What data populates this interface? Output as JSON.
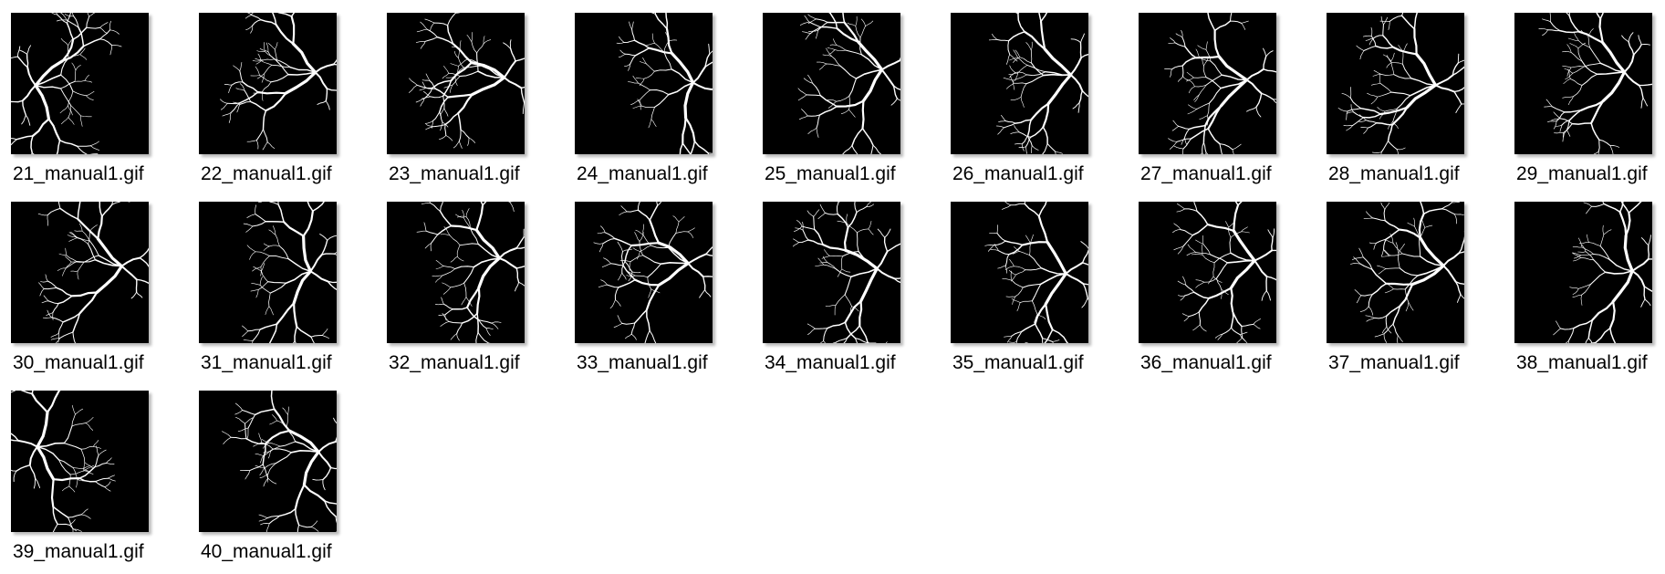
{
  "window": {
    "view_mode": "large-icons"
  },
  "files": [
    {
      "name": "21_manual1.gif",
      "icon": "retina-vessel-thumbnail"
    },
    {
      "name": "22_manual1.gif",
      "icon": "retina-vessel-thumbnail"
    },
    {
      "name": "23_manual1.gif",
      "icon": "retina-vessel-thumbnail"
    },
    {
      "name": "24_manual1.gif",
      "icon": "retina-vessel-thumbnail"
    },
    {
      "name": "25_manual1.gif",
      "icon": "retina-vessel-thumbnail"
    },
    {
      "name": "26_manual1.gif",
      "icon": "retina-vessel-thumbnail"
    },
    {
      "name": "27_manual1.gif",
      "icon": "retina-vessel-thumbnail"
    },
    {
      "name": "28_manual1.gif",
      "icon": "retina-vessel-thumbnail"
    },
    {
      "name": "29_manual1.gif",
      "icon": "retina-vessel-thumbnail"
    },
    {
      "name": "30_manual1.gif",
      "icon": "retina-vessel-thumbnail"
    },
    {
      "name": "31_manual1.gif",
      "icon": "retina-vessel-thumbnail"
    },
    {
      "name": "32_manual1.gif",
      "icon": "retina-vessel-thumbnail"
    },
    {
      "name": "33_manual1.gif",
      "icon": "retina-vessel-thumbnail"
    },
    {
      "name": "34_manual1.gif",
      "icon": "retina-vessel-thumbnail"
    },
    {
      "name": "35_manual1.gif",
      "icon": "retina-vessel-thumbnail"
    },
    {
      "name": "36_manual1.gif",
      "icon": "retina-vessel-thumbnail"
    },
    {
      "name": "37_manual1.gif",
      "icon": "retina-vessel-thumbnail"
    },
    {
      "name": "38_manual1.gif",
      "icon": "retina-vessel-thumbnail"
    },
    {
      "name": "39_manual1.gif",
      "icon": "retina-vessel-thumbnail"
    },
    {
      "name": "40_manual1.gif",
      "icon": "retina-vessel-thumbnail"
    }
  ],
  "colors": {
    "thumbnail_background": "#000000",
    "vessel": "#ffffff",
    "label_text": "#000000",
    "page_background": "#ffffff"
  }
}
